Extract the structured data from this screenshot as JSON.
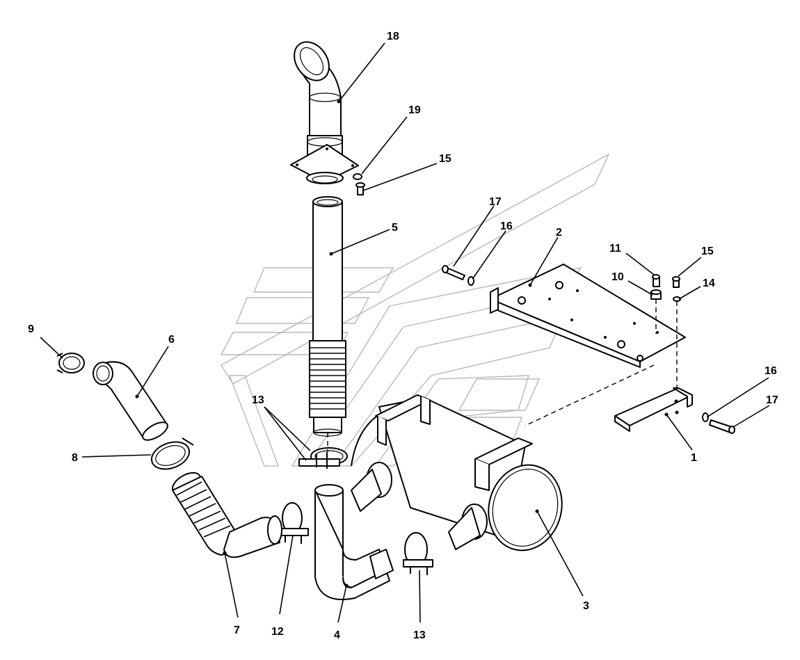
{
  "diagram": {
    "callouts": [
      {
        "label": "18"
      },
      {
        "label": "19"
      },
      {
        "label": "15"
      },
      {
        "label": "5"
      },
      {
        "label": "17"
      },
      {
        "label": "16"
      },
      {
        "label": "2"
      },
      {
        "label": "11"
      },
      {
        "label": "15"
      },
      {
        "label": "10"
      },
      {
        "label": "14"
      },
      {
        "label": "9"
      },
      {
        "label": "6"
      },
      {
        "label": "13"
      },
      {
        "label": "8"
      },
      {
        "label": "16"
      },
      {
        "label": "17"
      },
      {
        "label": "1"
      },
      {
        "label": "3"
      },
      {
        "label": "7"
      },
      {
        "label": "12"
      },
      {
        "label": "4"
      },
      {
        "label": "13"
      }
    ]
  }
}
